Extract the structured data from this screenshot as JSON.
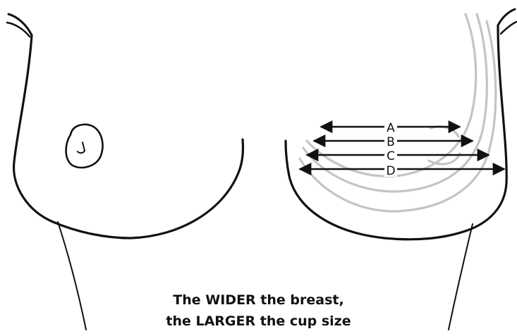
{
  "measurements": {
    "labels": [
      "A",
      "B",
      "C",
      "D"
    ]
  },
  "caption": {
    "line1": "The WIDER the breast,",
    "line2": "the LARGER the cup size"
  },
  "colors": {
    "ink": "#111111",
    "gray_outline": "#c4c4c4",
    "background": "#ffffff"
  }
}
